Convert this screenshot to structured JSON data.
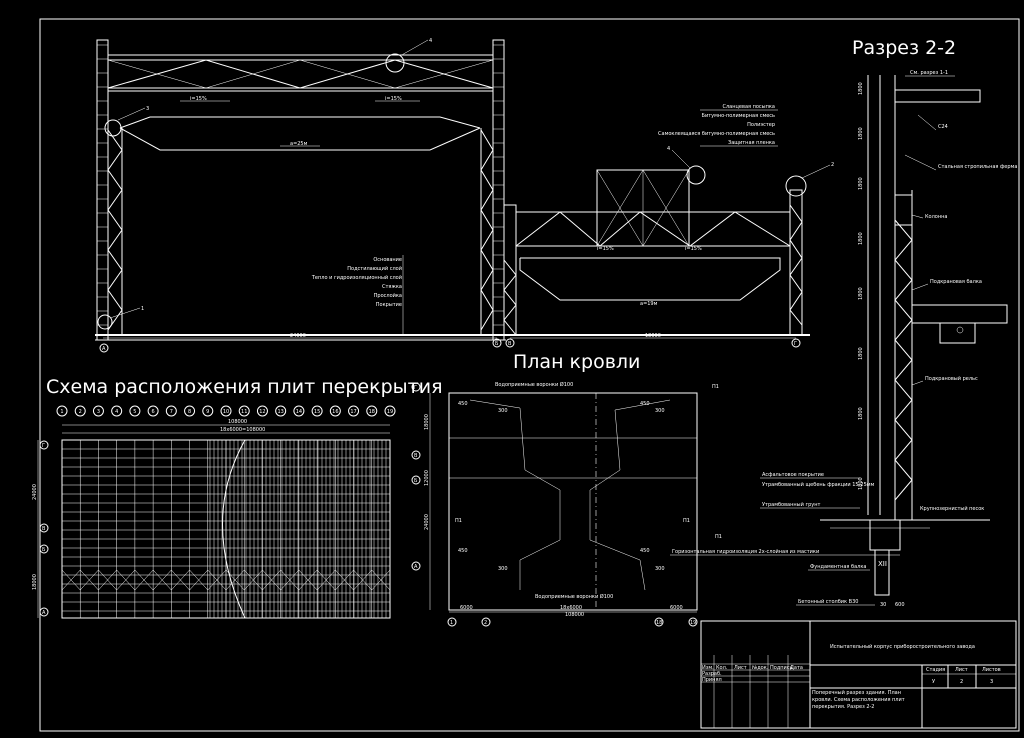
{
  "titles": {
    "section": "Разрез 2-2",
    "roof_plan": "План кровли",
    "slab_scheme": "Схема расположения плит перекрытия"
  },
  "section_left": {
    "slopes": [
      "i=15%",
      "i=15%"
    ],
    "span_label": "a=25м",
    "width_dim": "24000",
    "layers": [
      "Основание",
      "Подстилающий слой",
      "Тепло и гидроизоляционный слой",
      "Стяжка",
      "Прослойка",
      "Покрытие"
    ],
    "callouts": [
      "4",
      "3",
      "1"
    ],
    "axes": [
      "А",
      "Б"
    ]
  },
  "section_mid": {
    "layers": [
      "Сланцевая посыпка",
      "Битумно-полимерная смесь",
      "Полиэстер",
      "Самоклеящаяся битумно-полимерная смесь",
      "Защитная пленка"
    ],
    "slopes": [
      "i=15%",
      "i=15%"
    ],
    "span_label": "a=19м",
    "width_dim": "18000",
    "callouts": [
      "4",
      "2"
    ],
    "axes": [
      "В",
      "Г"
    ]
  },
  "section_right": {
    "labels": [
      "См. разрез 1-1",
      "С24",
      "Стальная стропильная ферма",
      "Колонна",
      "Подкрановая балка",
      "Подкрановый рельс",
      "Асфальтовое покрытие",
      "Утрамбованный щебень фракции 15-25мм",
      "Утрамбованный грунт",
      "Крупнозернистый песок",
      "Фундаментная балка",
      "Бетонный столбик В30",
      "XII"
    ],
    "level_marks": [
      "1800",
      "1800",
      "1800",
      "1800",
      "1800",
      "1800",
      "1800",
      "1800"
    ],
    "dims": [
      "30",
      "600"
    ]
  },
  "roof_plan": {
    "funnel_top": "Водоприемные воронки Ø100",
    "funnel_bottom": "Водоприемные воронки Ø100",
    "hydro": "Горизонтальная гидроизоляция 2х-слойная из мастики",
    "dims_left": [
      "18000",
      "12000",
      "24000"
    ],
    "dims_bottom": [
      "6000",
      "18х6000",
      "6000",
      "108000"
    ],
    "marks_450": [
      "450",
      "450",
      "450",
      "450"
    ],
    "marks_300": [
      "300",
      "300",
      "300",
      "300"
    ],
    "p1_labels": [
      "П1",
      "П1",
      "П1",
      "П1"
    ],
    "axes_left": [
      "Г",
      "В",
      "Б",
      "А"
    ],
    "axes_bottom": [
      "1",
      "2",
      "18",
      "19"
    ]
  },
  "slab_scheme": {
    "axes_top": [
      "1",
      "2",
      "3",
      "4",
      "5",
      "6",
      "7",
      "8",
      "9",
      "10",
      "11",
      "12",
      "13",
      "14",
      "15",
      "16",
      "17",
      "18",
      "19"
    ],
    "axes_left": [
      "Г",
      "В",
      "Б",
      "А"
    ],
    "dims_top": [
      "108000",
      "18х6000=108000"
    ],
    "dims_left": [
      "24000",
      "18000"
    ]
  },
  "title_block": {
    "project": "Испытательный корпус приборостроительного завода",
    "sheet_title": "Поперечный разрез здания. План кровли. Схема расположения плит перекрытия. Разрез 2-2",
    "headers": [
      "Изм.",
      "Кол.",
      "Лист",
      "№док.",
      "Подпись",
      "Дата"
    ],
    "roles": [
      "Разраб.",
      "Принял"
    ],
    "stage_header": "Стадия",
    "sheet_header": "Лист",
    "sheets_header": "Листов",
    "stage": "У",
    "sheet": "2",
    "sheets": "3"
  }
}
